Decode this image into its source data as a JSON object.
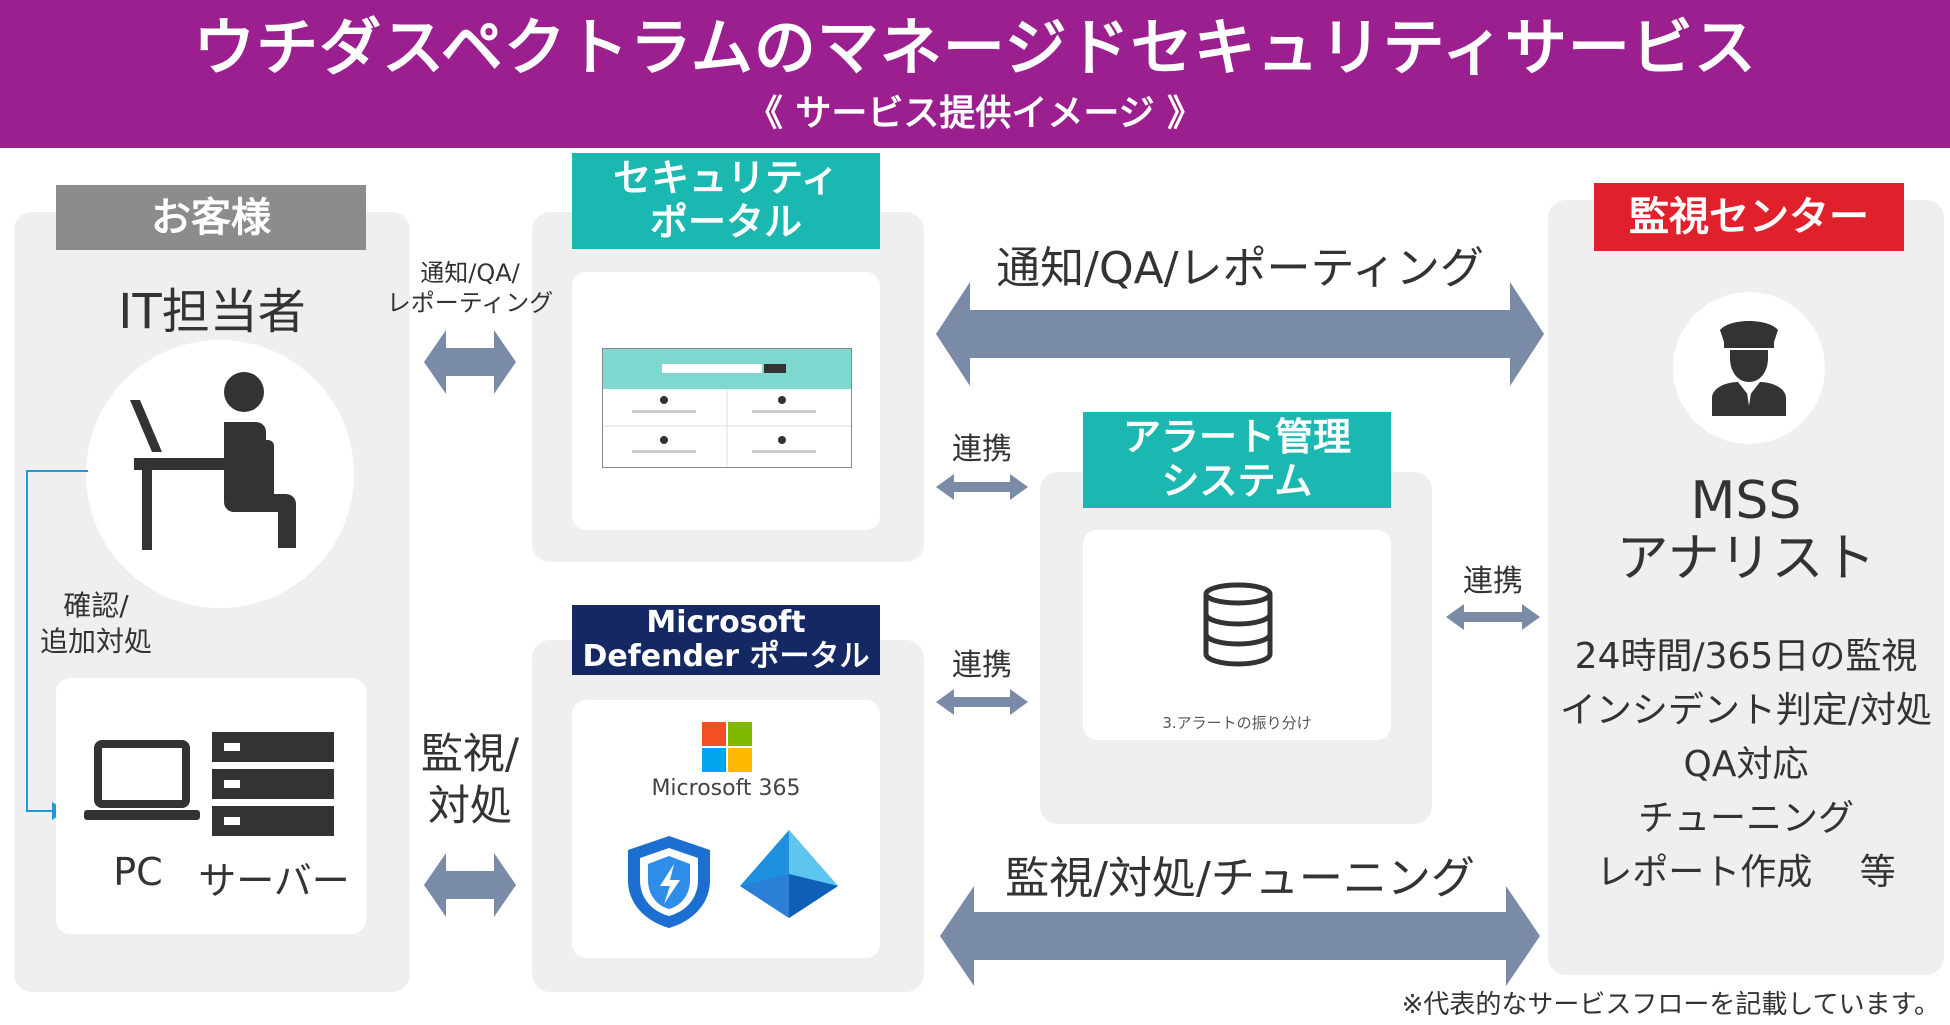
{
  "header": {
    "title": "ウチダスペクトラムのマネージドセキュリティサービス",
    "subtitle": "《 サービス提供イメージ 》",
    "bg_color": "#9b1f8e"
  },
  "customer": {
    "tag": "お客様",
    "role": "IT担当者",
    "confirm_label": "確認/\n追加対処",
    "pc_label": "PC",
    "server_label": "サーバー"
  },
  "portal": {
    "tag": "セキュリティ\nポータル"
  },
  "defender": {
    "tag": "Microsoft\nDefender ポータル",
    "m365_label": "Microsoft 365"
  },
  "alert": {
    "tag": "アラート管理\nシステム",
    "caption": "3.アラートの振り分け"
  },
  "center": {
    "tag": "監視センター",
    "analyst": "MSS\nアナリスト",
    "duties": [
      "24時間/365日の監視",
      "インシデント判定/対処",
      "QA対応",
      "チューニング",
      "レポート作成　 等"
    ]
  },
  "arrows": {
    "portal_customer": "通知/QA/\nレポーティング",
    "top_long": "通知/QA/レポーティング",
    "portal_alert": "連携",
    "defender_alert": "連携",
    "alert_center": "連携",
    "defender_customer": "監視/\n対処",
    "bottom_long": "監視/対処/チューニング"
  },
  "footnote": "※代表的なサービスフローを記載しています。",
  "colors": {
    "teal": "#1ab8b0",
    "navy": "#142864",
    "red": "#e0202a",
    "gray": "#8c8c8c",
    "arrow": "#7a8ba8",
    "accent_line": "#1e9ad6"
  }
}
